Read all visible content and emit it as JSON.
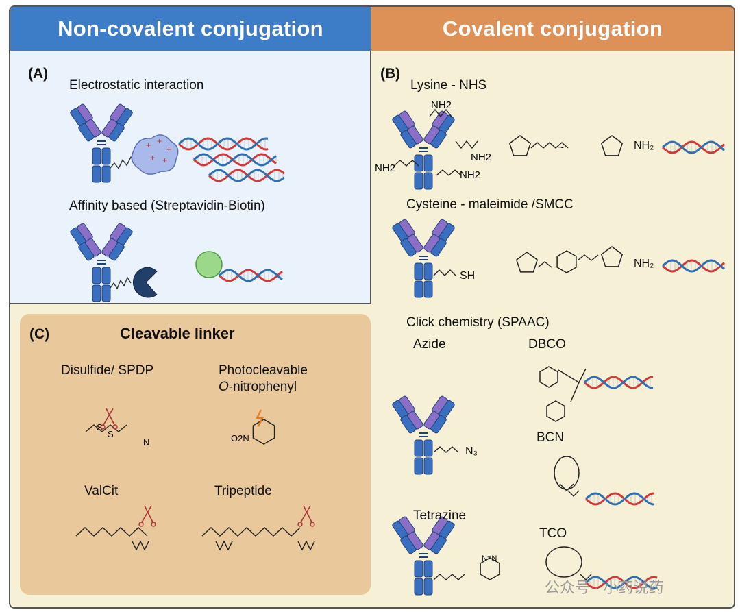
{
  "headers": {
    "left": "Non-covalent conjugation",
    "right": "Covalent conjugation"
  },
  "panel_a": {
    "label": "(A)",
    "electrostatic": "Electrostatic interaction",
    "affinity": "Affinity based (Streptavidin-Biotin)"
  },
  "panel_b": {
    "label": "(B)",
    "lysine": "Lysine - NHS",
    "cysteine": "Cysteine - maleimide /SMCC",
    "click": "Click chemistry (SPAAC)",
    "azide": "Azide",
    "dbco": "DBCO",
    "bcn": "BCN",
    "tetrazine": "Tetrazine",
    "tco": "TCO",
    "nh2": "NH₂",
    "sh": "SH",
    "n3": "N₃"
  },
  "panel_c": {
    "label": "(C)",
    "title": "Cleavable linker",
    "disulfide": "Disulfide/ SPDP",
    "photo_line1": "Photocleavable",
    "photo_line2_italic": "O",
    "photo_line2_rest": "-nitrophenyl",
    "valcit": "ValCit",
    "tripeptide": "Tripeptide"
  },
  "watermark": "公众号 · 小药说药",
  "colors": {
    "left_header": "#3d7cc7",
    "right_header": "#dd9156",
    "panel_a_bg": "#eaf2fb",
    "panel_c_bg": "#e9c99c",
    "outer_bg": "#f6f1d6",
    "antibody_blue": "#3a6fbf",
    "antibody_purple": "#8a6fc7",
    "dna_red": "#d23a3a",
    "dna_blue": "#2f6fb3"
  }
}
